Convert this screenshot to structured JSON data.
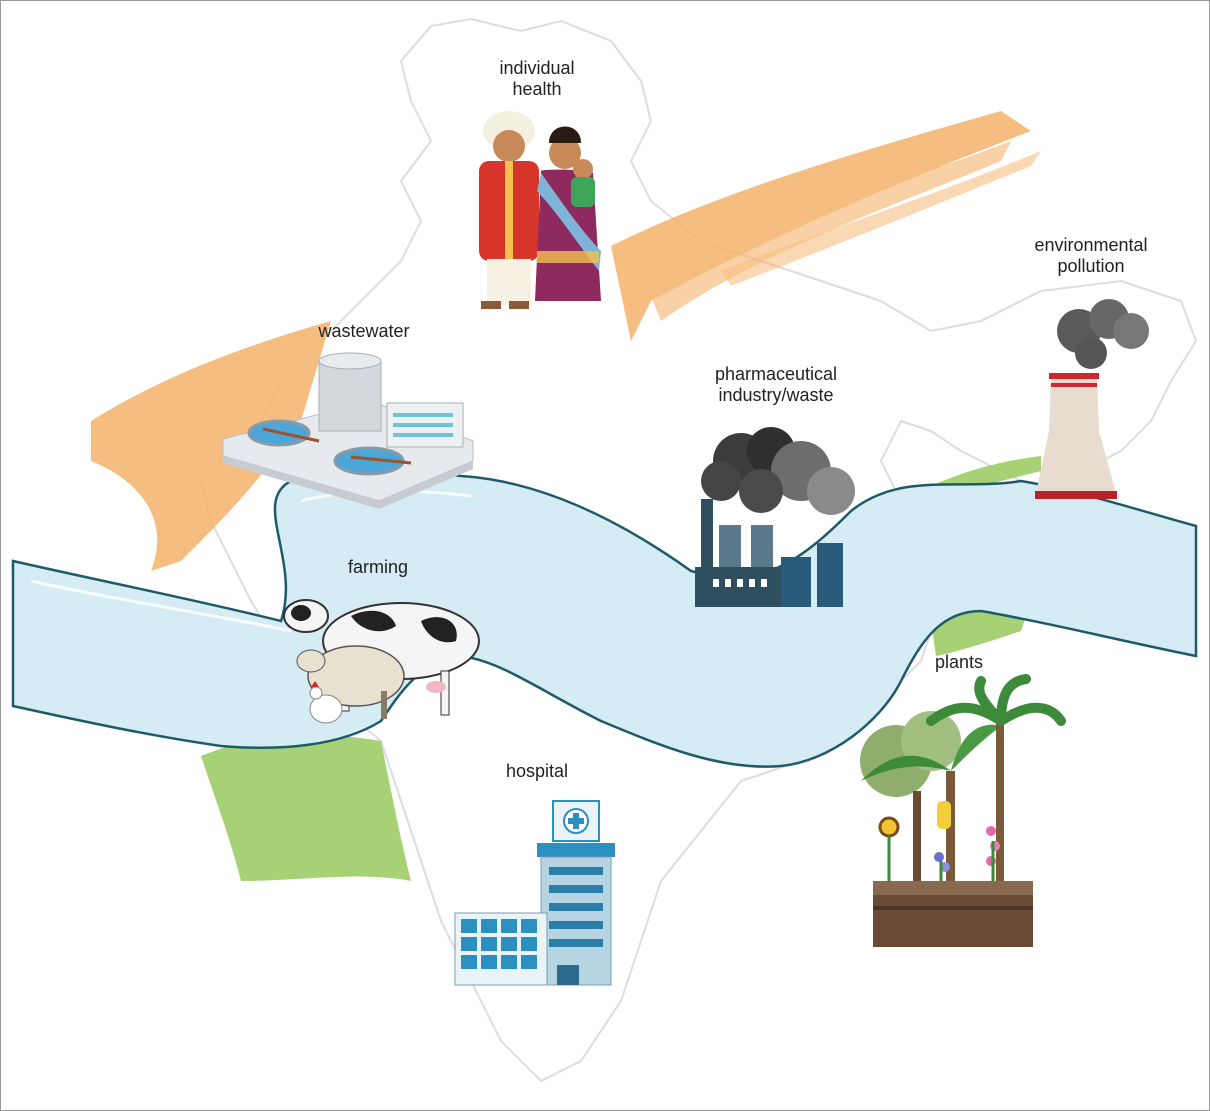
{
  "labels": {
    "individual_health": [
      "individual",
      "health"
    ],
    "environmental_pollution": [
      "environmental",
      "pollution"
    ],
    "wastewater": "wastewater",
    "pharmaceutical": [
      "pharmaceutical",
      "industry/waste"
    ],
    "farming": "farming",
    "plants": "plants",
    "hospital": "hospital"
  },
  "colors": {
    "river_fill": "#d6ecf5",
    "river_edge": "#1f5a6b",
    "orange_stroke": "#f5b26a",
    "green_stroke": "#9ccc65",
    "map_outline": "#dddddd",
    "smoke": "#4a4a4a",
    "factory": "#2f4f5f",
    "hospital_blue": "#2b8fbf",
    "soil": "#6b4a35"
  },
  "icons": [
    "family-icon",
    "wastewater-plant-icon",
    "factory-icon",
    "power-plant-icon",
    "livestock-icon",
    "hospital-icon",
    "plants-icon"
  ]
}
